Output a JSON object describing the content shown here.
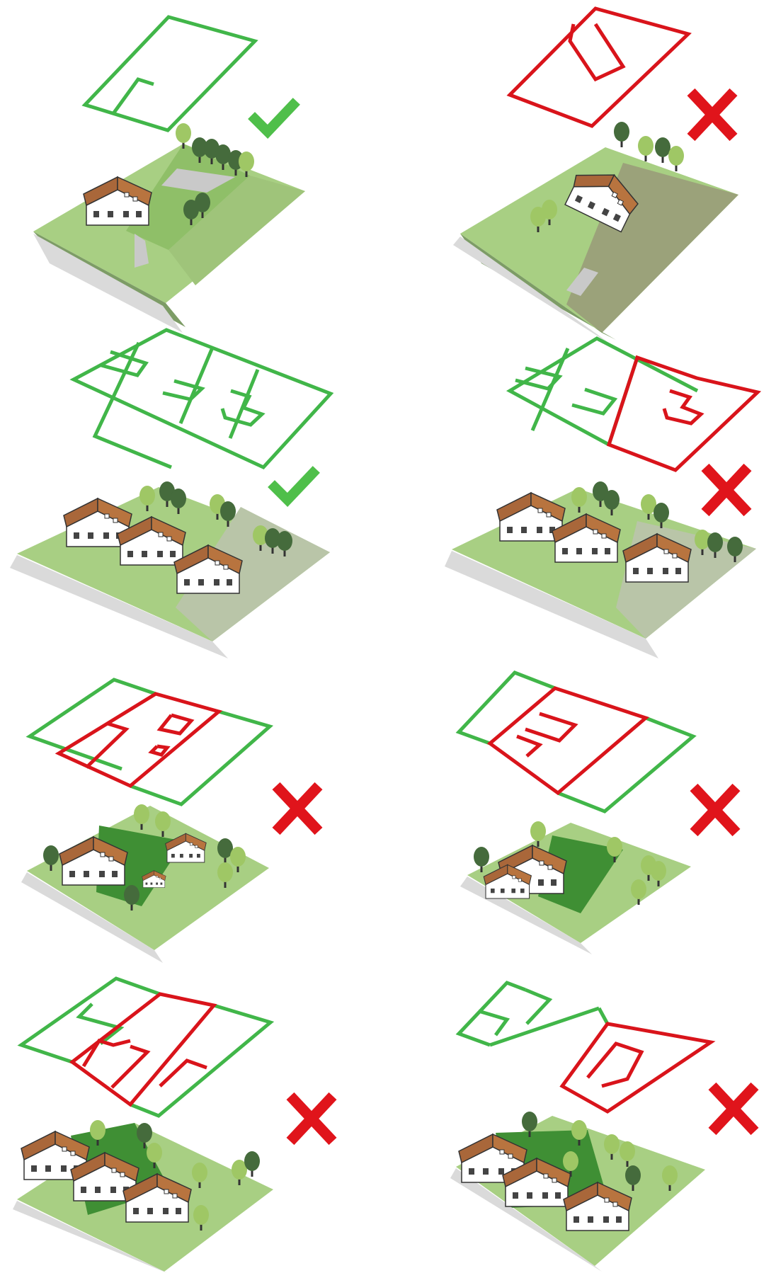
{
  "palette": {
    "good_outline": "#41b649",
    "bad_outline": "#d9141b",
    "check": "#4fbf4a",
    "cross": "#e0141b",
    "lawn_light": "#a8cf83",
    "lawn_mid": "#8fbf68",
    "lawn_dark": "#3f8f34",
    "paving": "#c9c9c9",
    "road": "#d6d6d6",
    "roof": "#a9673a",
    "roof_dark": "#6b4a33",
    "wall": "#ffffff",
    "tree_light": "#9fc765",
    "tree_dark": "#456b3c",
    "backdrop": "#b9c5a8"
  },
  "panels": [
    {
      "id": "single-plot-good",
      "verdict": "acceptable",
      "mark_icon": "checkmark-icon"
    },
    {
      "id": "single-plot-rotated-bad",
      "verdict": "unacceptable",
      "mark_icon": "cross-icon"
    },
    {
      "id": "row-of-three-good",
      "verdict": "acceptable",
      "mark_icon": "checkmark-icon"
    },
    {
      "id": "row-of-three-bad",
      "verdict": "unacceptable",
      "mark_icon": "cross-icon"
    },
    {
      "id": "backland-infill-bad",
      "verdict": "unacceptable",
      "mark_icon": "cross-icon"
    },
    {
      "id": "tandem-extension-bad",
      "verdict": "unacceptable",
      "mark_icon": "cross-icon"
    },
    {
      "id": "three-plot-subdivision-bad",
      "verdict": "unacceptable",
      "mark_icon": "cross-icon"
    },
    {
      "id": "cluster-development-bad",
      "verdict": "unacceptable",
      "mark_icon": "cross-icon"
    }
  ]
}
